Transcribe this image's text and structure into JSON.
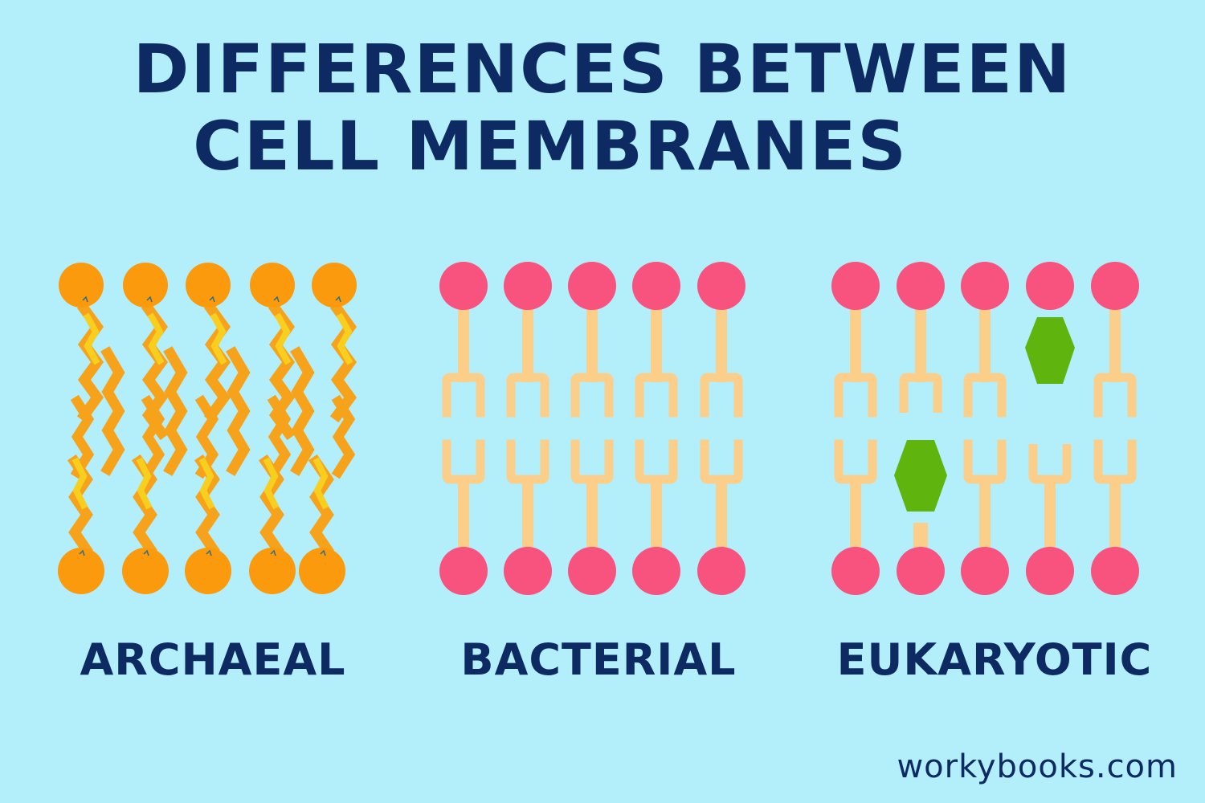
{
  "title": {
    "line1": "DIFFERENCES BETWEEN",
    "line2": "CELL MEMBRANES"
  },
  "panels": [
    {
      "id": "archaeal",
      "label": "ARCHAEAL"
    },
    {
      "id": "bacterial",
      "label": "BACTERIAL"
    },
    {
      "id": "eukaryotic",
      "label": "EUKARYOTIC"
    }
  ],
  "credit": "workybooks.com",
  "colors": {
    "background": "#b3eefb",
    "text": "#0d2a63",
    "archaeal_head": "#fb9a0c",
    "archaeal_chain": "#f7a21b",
    "archaeal_chain_light": "#f8cf1e",
    "bacterial_head": "#f8527e",
    "lipid_tail": "#fbce8a",
    "cholesterol": "#5fb50e"
  }
}
